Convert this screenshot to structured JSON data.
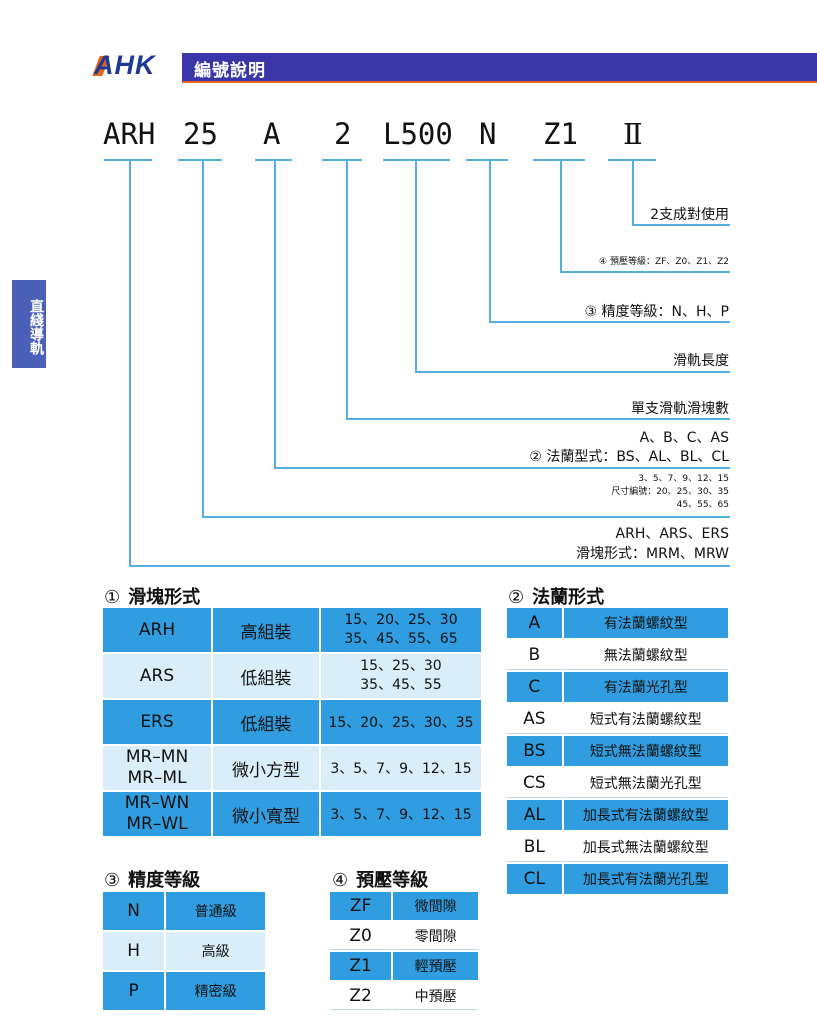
{
  "header": {
    "brand": "AHK",
    "title": "編號說明",
    "side_tab": "直綫導軌"
  },
  "code_parts": [
    "ARH",
    "25",
    "A",
    "2",
    "L500",
    "N",
    "Z1",
    "Ⅱ"
  ],
  "labels": {
    "pair": "2支成對使用",
    "preload": "④ 預壓等級：ZF、Z0、Z1、Z2",
    "accuracy": "③ 精度等級：N、H、P",
    "rail_length": "滑軌長度",
    "block_count": "單支滑軌滑塊數",
    "flange_1": "A、B、C、AS",
    "flange_2": "② 法蘭型式：BS、AL、BL、CL",
    "size_1": "3、5、7、9、12、15",
    "size_2": "尺寸編號：20、25、30、35",
    "size_3": "45、55、65",
    "block_1": "ARH、ARS、ERS",
    "block_2": "滑塊形式：MRM、MRW"
  },
  "table1": {
    "number": "①",
    "title": "滑塊形式",
    "rows": [
      {
        "model": "ARH",
        "type": "高組裝",
        "sizes": "15、20、25、30\n35、45、55、65"
      },
      {
        "model": "ARS",
        "type": "低組裝",
        "sizes": "15、25、30\n35、45、55"
      },
      {
        "model": "ERS",
        "type": "低組裝",
        "sizes": "15、20、25、30、35"
      },
      {
        "model": "MR–MN\nMR–ML",
        "type": "微小方型",
        "sizes": "3、5、7、9、12、15"
      },
      {
        "model": "MR–WN\nMR–WL",
        "type": "微小寬型",
        "sizes": "3、5、7、9、12、15"
      }
    ]
  },
  "table2": {
    "number": "②",
    "title": "法蘭形式",
    "rows": [
      {
        "code": "A",
        "desc": "有法蘭螺紋型"
      },
      {
        "code": "B",
        "desc": "無法蘭螺紋型"
      },
      {
        "code": "C",
        "desc": "有法蘭光孔型"
      },
      {
        "code": "AS",
        "desc": "短式有法蘭螺紋型"
      },
      {
        "code": "BS",
        "desc": "短式無法蘭螺紋型"
      },
      {
        "code": "CS",
        "desc": "短式無法蘭光孔型"
      },
      {
        "code": "AL",
        "desc": "加長式有法蘭螺紋型"
      },
      {
        "code": "BL",
        "desc": "加長式無法蘭螺紋型"
      },
      {
        "code": "CL",
        "desc": "加長式有法蘭光孔型"
      }
    ]
  },
  "table3": {
    "number": "③",
    "title": "精度等級",
    "rows": [
      {
        "code": "N",
        "desc": "普通級"
      },
      {
        "code": "H",
        "desc": "高級"
      },
      {
        "code": "P",
        "desc": "精密級"
      }
    ]
  },
  "table4": {
    "number": "④",
    "title": "預壓等級",
    "rows": [
      {
        "code": "ZF",
        "desc": "微間隙"
      },
      {
        "code": "Z0",
        "desc": "零間隙"
      },
      {
        "code": "Z1",
        "desc": "輕預壓"
      },
      {
        "code": "Z2",
        "desc": "中預壓"
      }
    ]
  },
  "colors": {
    "accent_blue": "#2f9de0",
    "light_blue": "#d9eef9",
    "header_purple": "#3a35a8",
    "line_blue": "#55aee0"
  }
}
